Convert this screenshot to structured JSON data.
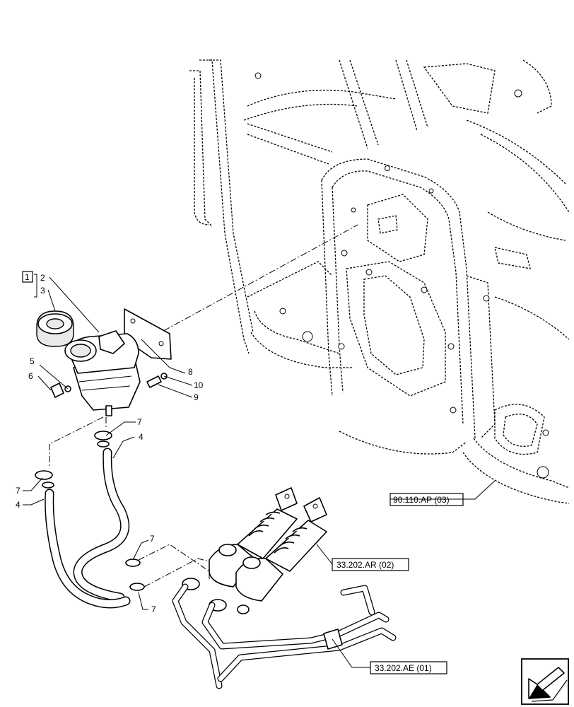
{
  "callouts": {
    "kit_bracket": "1",
    "n2": "2",
    "n3": "3",
    "n4a": "4",
    "n4b": "4",
    "n5": "5",
    "n6": "6",
    "n7a": "7",
    "n7b": "7",
    "n7c": "7",
    "n7d": "7",
    "n8": "8",
    "n9": "9",
    "n10": "10"
  },
  "references": {
    "ref_90": "90.110.AP (03)",
    "ref_33ar": "33.202.AR (02)",
    "ref_33ae": "33.202.AE (01)"
  },
  "icons": {
    "nav": "view-direction-arrow-icon"
  }
}
